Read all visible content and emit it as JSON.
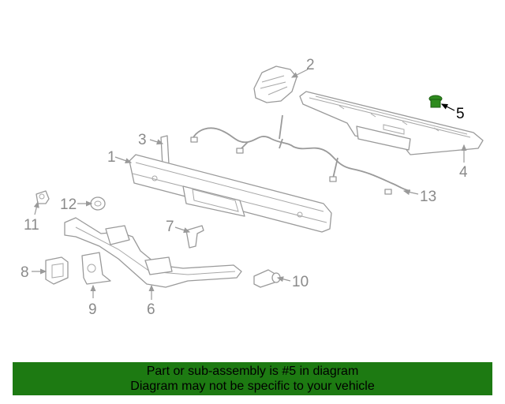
{
  "diagram": {
    "callouts": [
      "1",
      "2",
      "3",
      "4",
      "5",
      "6",
      "7",
      "8",
      "9",
      "10",
      "11",
      "12",
      "13"
    ],
    "highlighted_part": "5",
    "colors": {
      "line": "#9a9a9a",
      "highlight_fill": "#2e8b1e",
      "highlight_text": "#000000"
    }
  },
  "banner": {
    "line1": "Part or sub-assembly is #5 in diagram",
    "line2": "Diagram may not be specific to your vehicle",
    "background": "#1d7a12"
  }
}
